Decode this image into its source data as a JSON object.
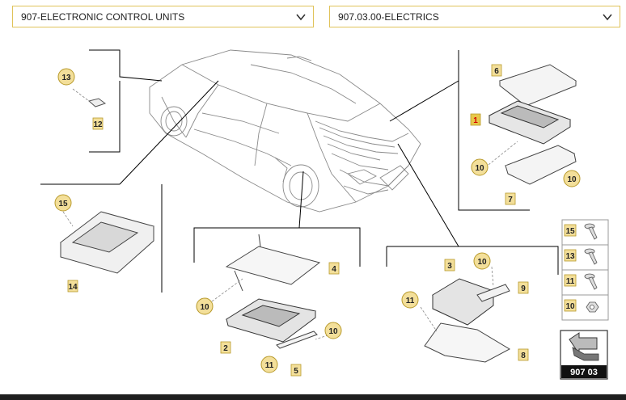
{
  "selectors": {
    "group": "907-ELECTRONIC CONTROL UNITS",
    "subgroup": "907.03.00-ELECTRICS"
  },
  "callouts": [
    {
      "id": "13",
      "style": "circle"
    },
    {
      "id": "12",
      "style": "square"
    },
    {
      "id": "6",
      "style": "square"
    },
    {
      "id": "1",
      "style": "square-red"
    },
    {
      "id": "10",
      "style": "circle"
    },
    {
      "id": "10",
      "style": "circle"
    },
    {
      "id": "7",
      "style": "square"
    },
    {
      "id": "15",
      "style": "circle"
    },
    {
      "id": "14",
      "style": "square"
    },
    {
      "id": "4",
      "style": "square"
    },
    {
      "id": "10",
      "style": "circle"
    },
    {
      "id": "2",
      "style": "square"
    },
    {
      "id": "11",
      "style": "circle"
    },
    {
      "id": "10",
      "style": "circle"
    },
    {
      "id": "5",
      "style": "square"
    },
    {
      "id": "3",
      "style": "square"
    },
    {
      "id": "10",
      "style": "circle"
    },
    {
      "id": "9",
      "style": "square"
    },
    {
      "id": "11",
      "style": "circle"
    },
    {
      "id": "8",
      "style": "square"
    }
  ],
  "fasteners": [
    {
      "id": "15",
      "icon": "bolt-flange-icon"
    },
    {
      "id": "13",
      "icon": "screw-icon"
    },
    {
      "id": "11",
      "icon": "bolt-washer-icon"
    },
    {
      "id": "10",
      "icon": "nut-icon"
    }
  ],
  "badge": {
    "code": "907 03"
  },
  "colors": {
    "callout_fill": "#f3df9a",
    "callout_stroke": "#b89a2b",
    "part1_fill": "#e8c84a",
    "part1_text": "#d40000",
    "select_border": "#e0c35a"
  }
}
